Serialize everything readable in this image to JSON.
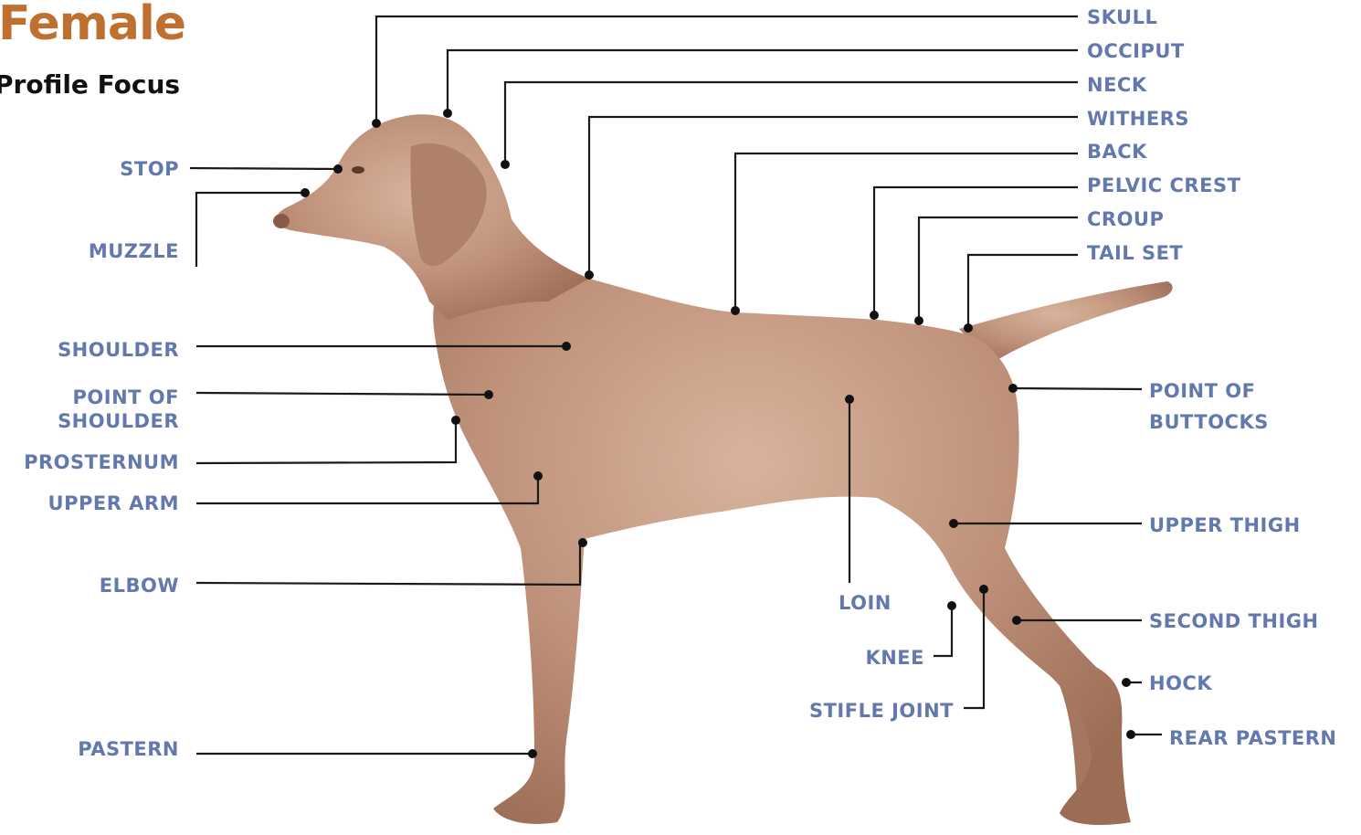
{
  "header": {
    "title": "Female",
    "subtitle": "Profile Focus"
  },
  "colors": {
    "title": "#c0702e",
    "label": "#6379ad",
    "leader": "#1a1a1a",
    "coat": "#b98a6e"
  },
  "labels": {
    "skull": "SKULL",
    "occiput": "OCCIPUT",
    "neck": "NECK",
    "withers": "WITHERS",
    "back": "BACK",
    "pelvic_crest": "PELVIC CREST",
    "croup": "CROUP",
    "tail_set": "TAIL SET",
    "stop": "STOP",
    "muzzle": "MUZZLE",
    "shoulder": "SHOULDER",
    "point_of_shoulder_1": "POINT OF",
    "point_of_shoulder_2": "SHOULDER",
    "prosternum": "PROSTERNUM",
    "upper_arm": "UPPER ARM",
    "elbow": "ELBOW",
    "pastern": "PASTERN",
    "point_of_buttocks_1": "POINT OF",
    "point_of_buttocks_2": "BUTTOCKS",
    "upper_thigh": "UPPER THIGH",
    "loin": "LOIN",
    "second_thigh": "SECOND THIGH",
    "knee": "KNEE",
    "hock": "HOCK",
    "stifle_joint": "STIFLE JOINT",
    "rear_pastern": "REAR PASTERN"
  }
}
